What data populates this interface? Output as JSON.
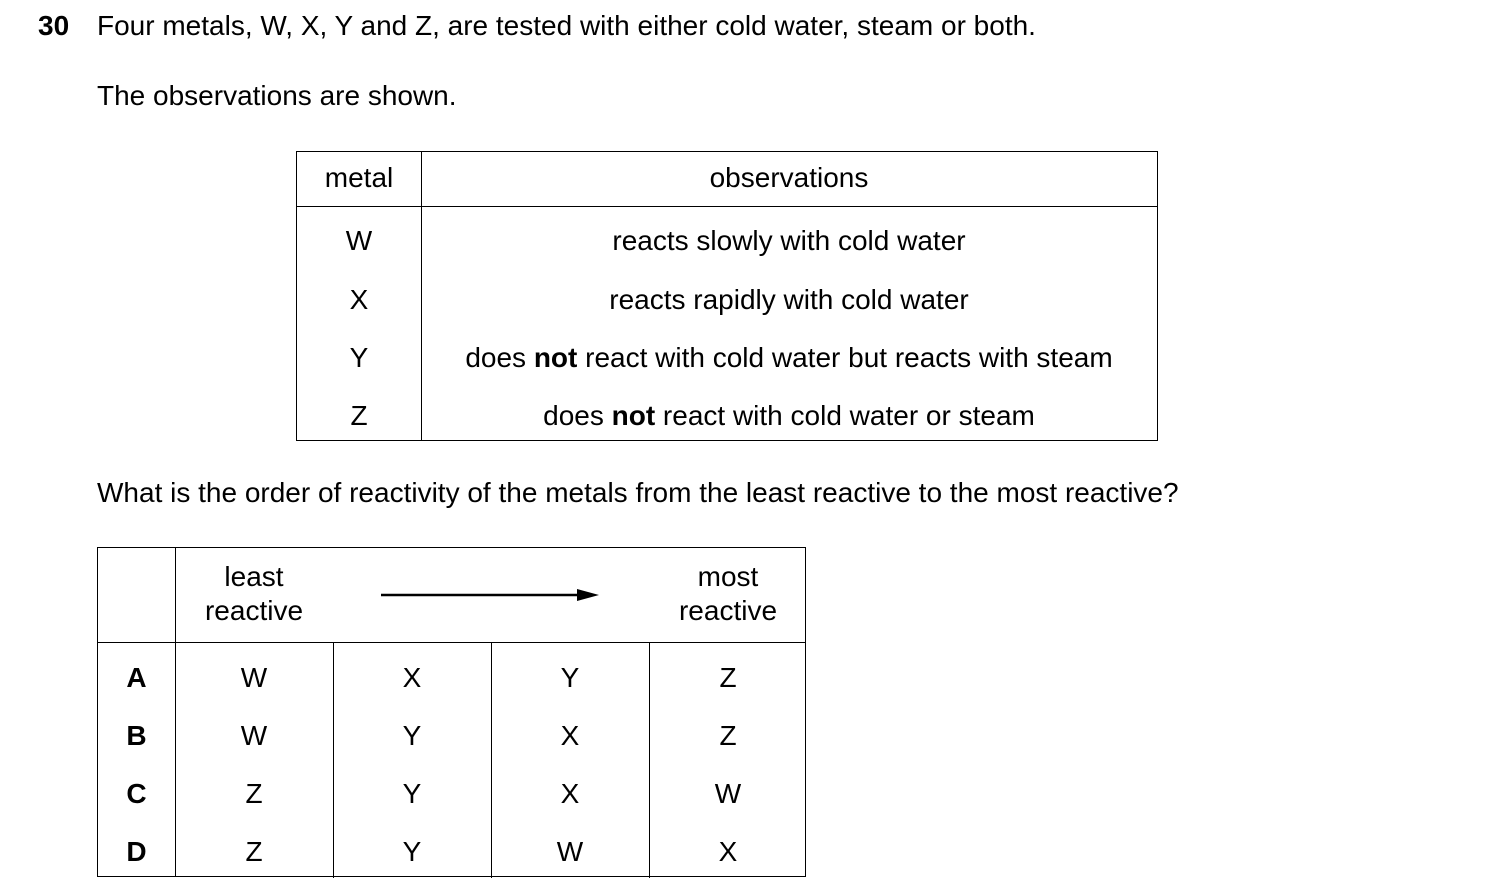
{
  "question": {
    "number": "30",
    "stem": "Four metals, W, X, Y and Z, are tested with either cold water, steam or both.",
    "intro": "The observations are shown.",
    "prompt": "What is the order of reactivity of the metals from the least reactive to the most reactive?"
  },
  "observations_table": {
    "headers": {
      "metal": "metal",
      "observations": "observations"
    },
    "rows": [
      {
        "metal": "W",
        "pre": "reacts slowly with cold water",
        "bold": "",
        "post": ""
      },
      {
        "metal": "X",
        "pre": "reacts rapidly with cold water",
        "bold": "",
        "post": ""
      },
      {
        "metal": "Y",
        "pre": "does ",
        "bold": "not",
        "post": " react with cold water but reacts with steam"
      },
      {
        "metal": "Z",
        "pre": "does ",
        "bold": "not",
        "post": " react with cold water or steam"
      }
    ]
  },
  "answer_table": {
    "header_least_line1": "least",
    "header_least_line2": "reactive",
    "header_most_line1": "most",
    "header_most_line2": "reactive",
    "options": [
      {
        "letter": "A",
        "order": [
          "W",
          "X",
          "Y",
          "Z"
        ]
      },
      {
        "letter": "B",
        "order": [
          "W",
          "Y",
          "X",
          "Z"
        ]
      },
      {
        "letter": "C",
        "order": [
          "Z",
          "Y",
          "X",
          "W"
        ]
      },
      {
        "letter": "D",
        "order": [
          "Z",
          "Y",
          "W",
          "X"
        ]
      }
    ]
  }
}
